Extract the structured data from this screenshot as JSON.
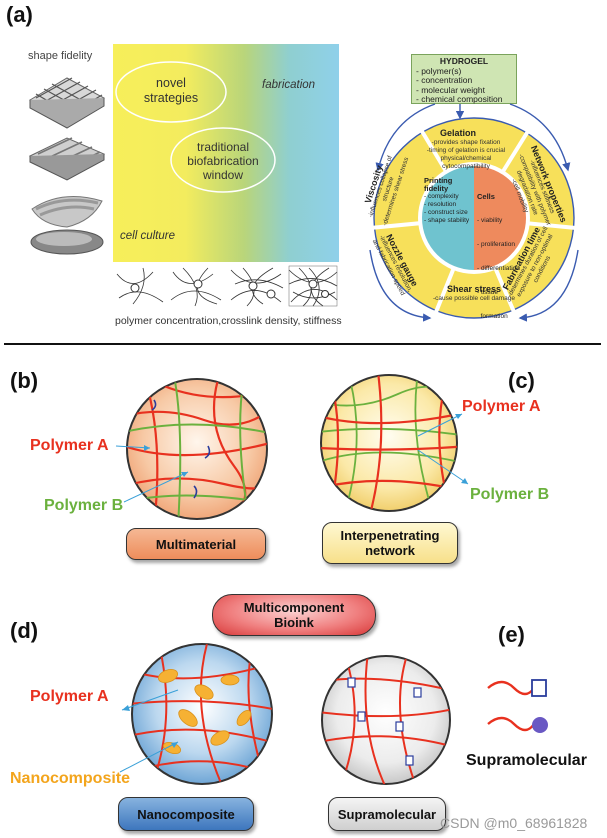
{
  "panel_a": {
    "label": "(a)",
    "shape_fidelity": "shape fidelity",
    "novel": "novel\nstrategies",
    "fabrication": "fabrication",
    "traditional": "traditional\nbiofabrication\nwindow",
    "cell_culture": "cell culture",
    "xaxis": "polymer concentration,crosslink density, stiffness",
    "hydrogel": {
      "title": "HYDROGEL",
      "items": [
        "- polymer(s)",
        "- concentration",
        "- molecular weight",
        "- chemical composition"
      ]
    },
    "gelation": {
      "title": "Gelation",
      "lines": [
        "-provides shape fixation",
        "-timing of gelation is crucial",
        "physical/chemical",
        "cytocompatibility"
      ]
    },
    "viscosity": {
      "title": "Viscosity",
      "lines": [
        "-influences collapse of structure",
        "-determines shear stress"
      ]
    },
    "network": {
      "title": "Network properties",
      "lines": [
        "-influences stiffness",
        "-compatibility with polymer",
        "degradation rate",
        "-cell mobility"
      ]
    },
    "nozzle": {
      "title": "Nozzle gauge",
      "lines": [
        "-influences resolution,",
        "and fabrication speed"
      ]
    },
    "fabtime": {
      "title": "Fabrication time",
      "lines": [
        "-determines duration of cell",
        "exposure to non-optimal",
        "conditions"
      ]
    },
    "shear": {
      "title": "Shear stress",
      "lines": [
        "-cause possible cell damage"
      ]
    },
    "printing": {
      "title": "Printing fidelity",
      "items": [
        "- complexity",
        "- resolution",
        "- construct size",
        "- shape stability"
      ]
    },
    "cells": {
      "title": "Cells",
      "items": [
        "- viability",
        "- proliferation",
        "- differentiation",
        "- tissue",
        "  formation"
      ]
    }
  },
  "panel_b": {
    "label": "(b)",
    "polymer_a": "Polymer A",
    "polymer_b": "Polymer B",
    "box": "Multimaterial"
  },
  "panel_c": {
    "label": "(c)",
    "polymer_a": "Polymer A",
    "polymer_b": "Polymer B",
    "box": "Interpenetrating\nnetwork"
  },
  "center": {
    "box": "Multicomponent\nBioink"
  },
  "panel_d": {
    "label": "(d)",
    "polymer_a": "Polymer A",
    "nanocomposite": "Nanocomposite",
    "box": "Nanocomposite"
  },
  "panel_e": {
    "label": "(e)",
    "supramolecular": "Supramolecular",
    "box": "Supramolecular"
  },
  "watermark": "CSDN @m0_68961828"
}
